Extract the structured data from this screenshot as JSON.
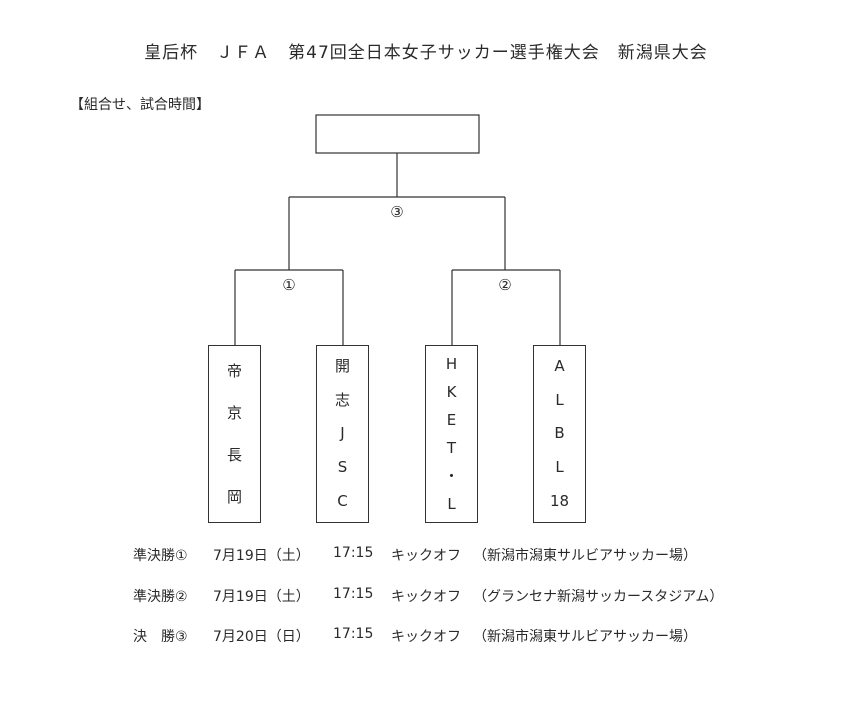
{
  "title": "皇后杯　ＪＦＡ　第47回全日本女子サッカー選手権大会　新潟県大会",
  "section_heading": "【組合せ、試合時間】",
  "bracket": {
    "final_label": "③",
    "semi1_label": "①",
    "semi2_label": "②",
    "teams": [
      {
        "chars": [
          "帝",
          "京",
          "長",
          "岡"
        ]
      },
      {
        "chars": [
          "開",
          "志",
          "J",
          "S",
          "C"
        ]
      },
      {
        "chars": [
          "H",
          "K",
          "E",
          "T",
          "・",
          "L"
        ]
      },
      {
        "chars": [
          "A",
          "L",
          "B",
          "L",
          "18"
        ]
      }
    ]
  },
  "schedule": [
    {
      "round": "準決勝①",
      "date": "7月19日（土）",
      "time": "17:15",
      "kickoff": "キックオフ",
      "venue": "（新潟市潟東サルビアサッカー場）"
    },
    {
      "round": "準決勝②",
      "date": "7月19日（土）",
      "time": "17:15",
      "kickoff": "キックオフ",
      "venue": "（グランセナ新潟サッカースタジアム）"
    },
    {
      "round": "決　勝③",
      "date": "7月20日（日）",
      "time": "17:15",
      "kickoff": "キックオフ",
      "venue": "（新潟市潟東サルビアサッカー場）"
    }
  ]
}
